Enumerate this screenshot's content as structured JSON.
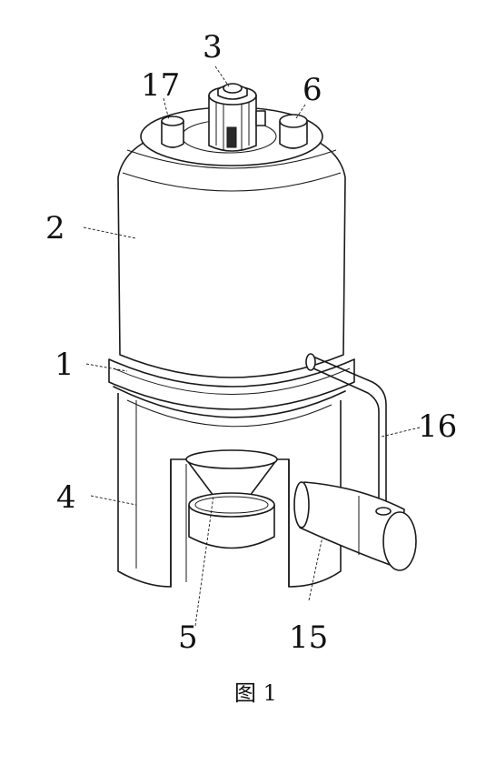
{
  "labels": {
    "l1": "1",
    "l2": "2",
    "l3": "3",
    "l4": "4",
    "l5": "5",
    "l6": "6",
    "l15": "15",
    "l16": "16",
    "l17": "17"
  },
  "caption": "图 1"
}
